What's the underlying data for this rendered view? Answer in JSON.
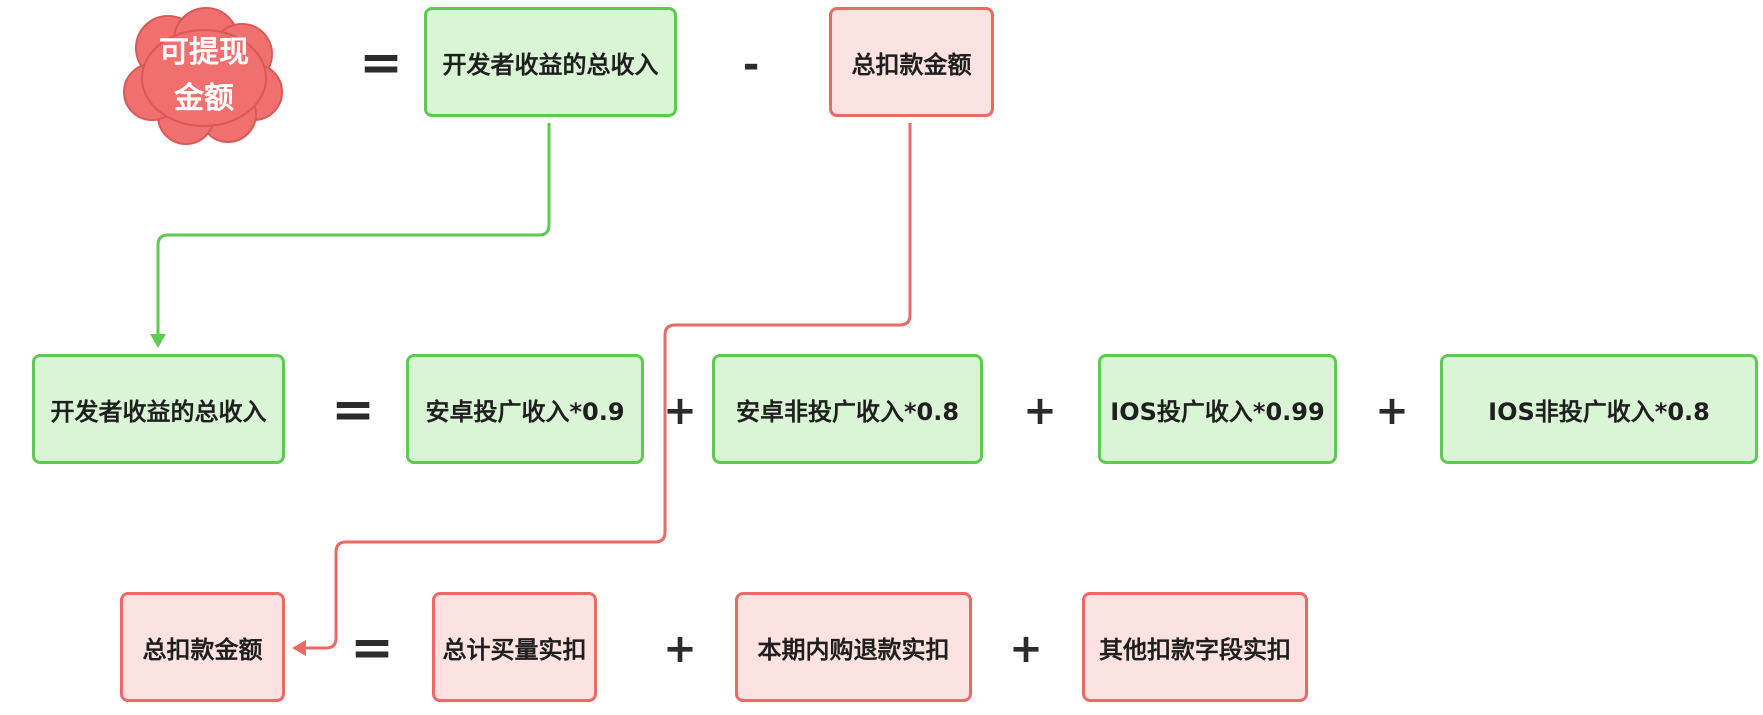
{
  "colors": {
    "green_fill": "#d9f5d6",
    "green_border": "#5ccb4f",
    "red_fill": "#fde2e2",
    "red_border": "#ea6a68",
    "cloud_fill": "#f0706f"
  },
  "row1": {
    "cloud_label": "可提现\n金额",
    "equals": "=",
    "income_box": "开发者收益的总收入",
    "minus": "-",
    "deduction_box": "总扣款金额"
  },
  "row2": {
    "income_box": "开发者收益的总收入",
    "equals": "=",
    "terms": [
      "安卓投广收入*0.9",
      "安卓非投广收入*0.8",
      "IOS投广收入*0.99",
      "IOS非投广收入*0.8"
    ],
    "plus": "+"
  },
  "row3": {
    "deduction_box": "总扣款金额",
    "equals": "=",
    "terms": [
      "总计买量实扣",
      "本期内购退款实扣",
      "其他扣款字段实扣"
    ],
    "plus": "+"
  }
}
